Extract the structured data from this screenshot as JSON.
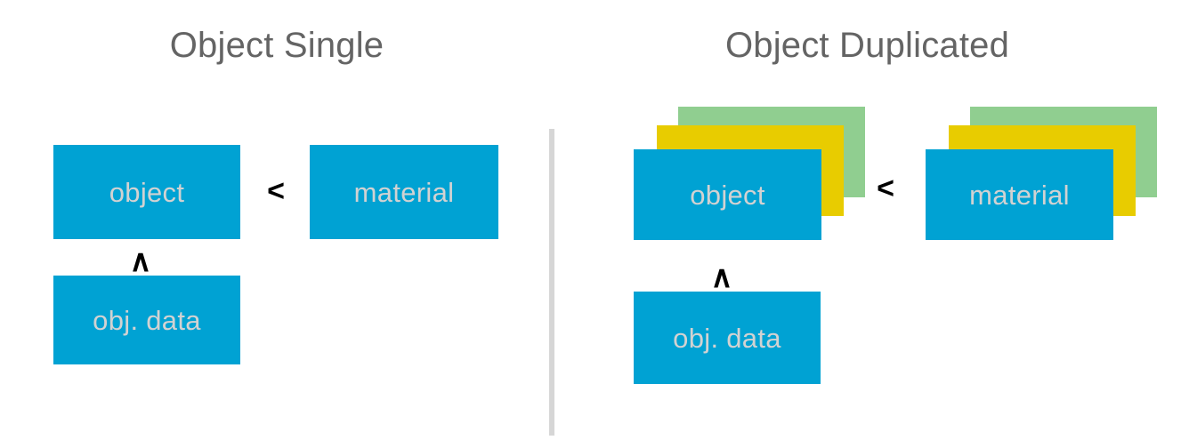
{
  "diagram": {
    "title_left": "Object Single",
    "title_right": "Object Duplicated",
    "relation_symbol": "<",
    "link_symbol": "∧",
    "colors": {
      "blue": "#00a2d3",
      "yellow": "#e8cc00",
      "green": "#90ce90",
      "label_text": "#d2d2d2",
      "title_text": "#646464",
      "divider": "#d6d6d6",
      "glyph": "#000000",
      "background": "#ffffff"
    },
    "panels": [
      {
        "id": "object-single",
        "title": "Object Single",
        "nodes": [
          {
            "id": "object",
            "label": "object",
            "stacked": false,
            "copies": 1
          },
          {
            "id": "material",
            "label": "material",
            "stacked": false,
            "copies": 1
          },
          {
            "id": "objdata",
            "label": "obj. data",
            "stacked": false,
            "copies": 1
          }
        ],
        "edges": [
          {
            "from": "object",
            "to": "material",
            "symbol": "<"
          },
          {
            "from": "objdata",
            "to": "object",
            "symbol": "∧"
          }
        ]
      },
      {
        "id": "object-duplicated",
        "title": "Object Duplicated",
        "nodes": [
          {
            "id": "object",
            "label": "object",
            "stacked": true,
            "copies": 3
          },
          {
            "id": "material",
            "label": "material",
            "stacked": true,
            "copies": 3
          },
          {
            "id": "objdata",
            "label": "obj. data",
            "stacked": false,
            "copies": 1
          }
        ],
        "edges": [
          {
            "from": "object",
            "to": "material",
            "symbol": "<"
          },
          {
            "from": "objdata",
            "to": "object",
            "symbol": "∧"
          }
        ]
      }
    ]
  }
}
